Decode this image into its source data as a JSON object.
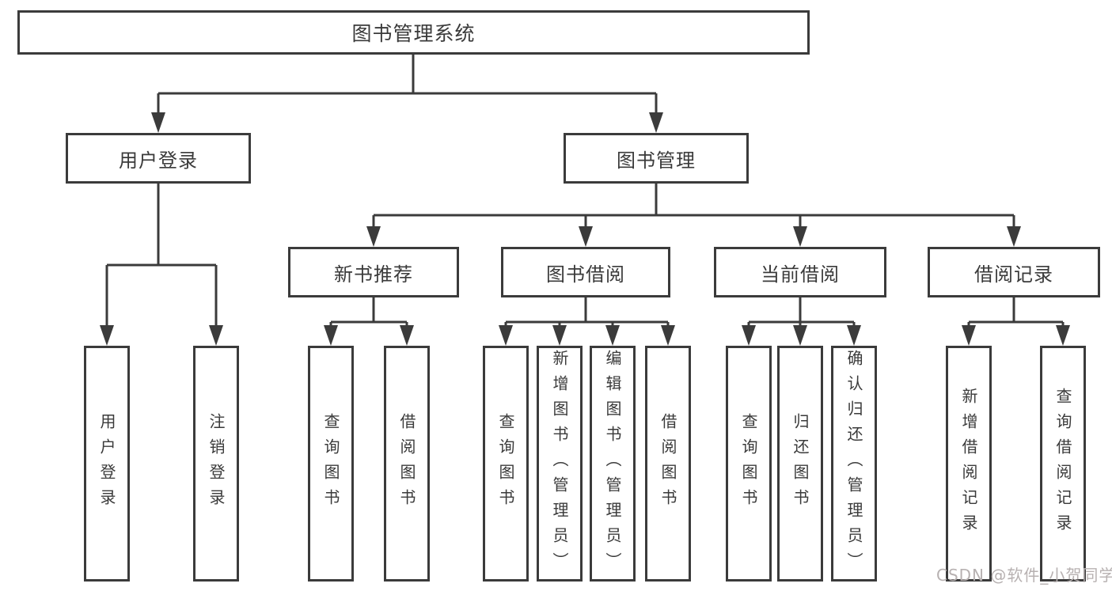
{
  "tree": {
    "root": {
      "label": "图书管理系统"
    },
    "user_login": {
      "label": "用户登录",
      "children": [
        {
          "label": "用户登录"
        },
        {
          "label": "注销登录"
        }
      ]
    },
    "book_mgmt": {
      "label": "图书管理",
      "sections": [
        {
          "label": "新书推荐",
          "children": [
            {
              "label": "查询图书"
            },
            {
              "label": "借阅图书"
            }
          ]
        },
        {
          "label": "图书借阅",
          "children": [
            {
              "label": "查询图书"
            },
            {
              "label": "新增图书（管理员）"
            },
            {
              "label": "编辑图书（管理员）"
            },
            {
              "label": "借阅图书"
            }
          ]
        },
        {
          "label": "当前借阅",
          "children": [
            {
              "label": "查询图书"
            },
            {
              "label": "归还图书"
            },
            {
              "label": "确认归还（管理员）"
            }
          ]
        },
        {
          "label": "借阅记录",
          "children": [
            {
              "label": "新增借阅记录"
            },
            {
              "label": "查询借阅记录"
            }
          ]
        }
      ]
    }
  },
  "watermark": "CSDN @软件_小贺同学",
  "colors": {
    "line": "#3b3b3b",
    "box_border": "#3b3b3b",
    "text": "#3a3a3a",
    "background": "#ffffff",
    "watermark": "#b7b1b1"
  }
}
